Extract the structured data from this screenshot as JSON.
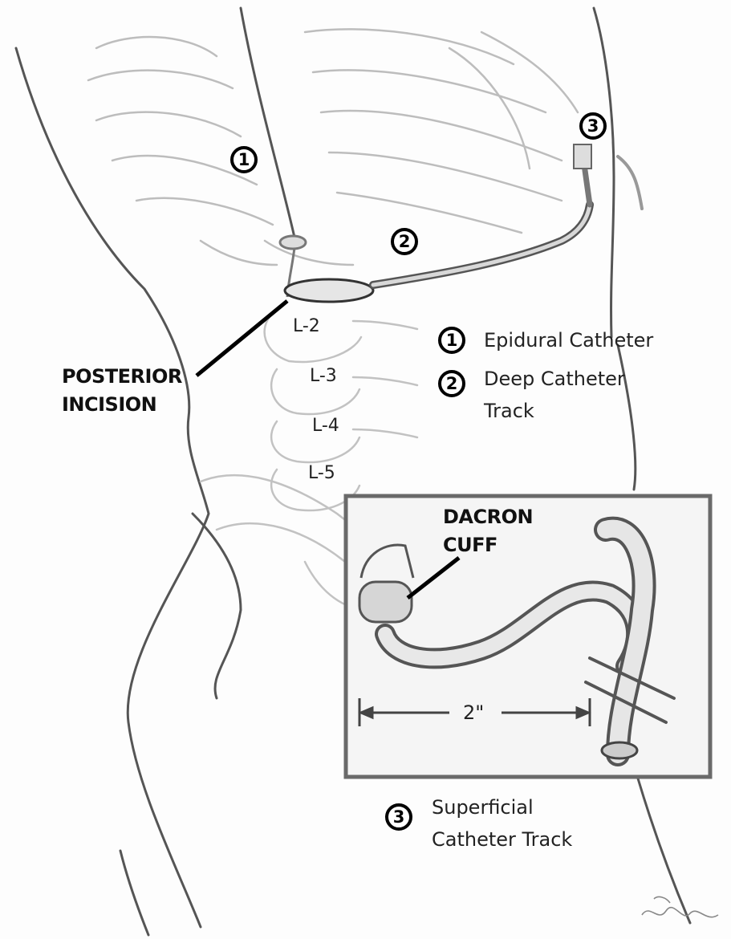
{
  "callouts": {
    "one": "1",
    "two": "2",
    "three": "3"
  },
  "incision_label": [
    "POSTERIOR",
    "INCISION"
  ],
  "vertebrae": [
    "L-2",
    "L-3",
    "L-4",
    "L-5"
  ],
  "legend": [
    {
      "num": "1",
      "text": [
        "Epidural Catheter"
      ]
    },
    {
      "num": "2",
      "text": [
        "Deep Catheter",
        "Track"
      ]
    },
    {
      "num": "3",
      "text": [
        "Superficial",
        "Catheter Track"
      ]
    }
  ],
  "inset": {
    "cuff_label": [
      "DACRON",
      "CUFF"
    ],
    "dimension": "2\""
  },
  "colors": {
    "sketch": "#b8b8b8",
    "outline": "#555555",
    "ink": "#000000",
    "inset_border": "#6a6a6a"
  }
}
